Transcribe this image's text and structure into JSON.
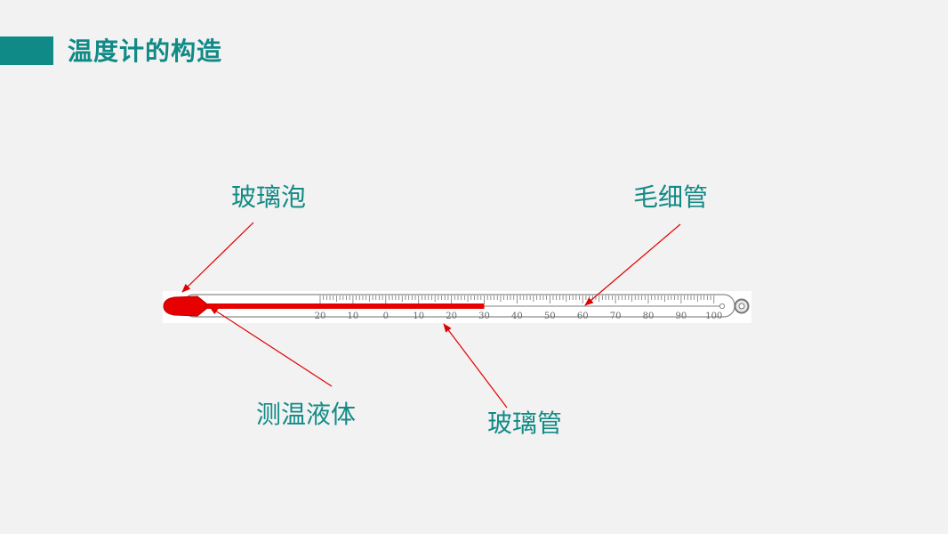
{
  "page": {
    "title": "温度计的构造"
  },
  "labels": {
    "bulb": "玻璃泡",
    "capillary": "毛细管",
    "liquid": "测温液体",
    "tube": "玻璃管"
  },
  "scale": {
    "tick_labels": [
      "20",
      "10",
      "0",
      "10",
      "20",
      "30",
      "40",
      "50",
      "60",
      "70",
      "80",
      "90",
      "100"
    ],
    "liquid_level": 30
  },
  "colors": {
    "accent": "#0f8a86",
    "liquid": "#e60000",
    "arrow": "#e00000"
  }
}
